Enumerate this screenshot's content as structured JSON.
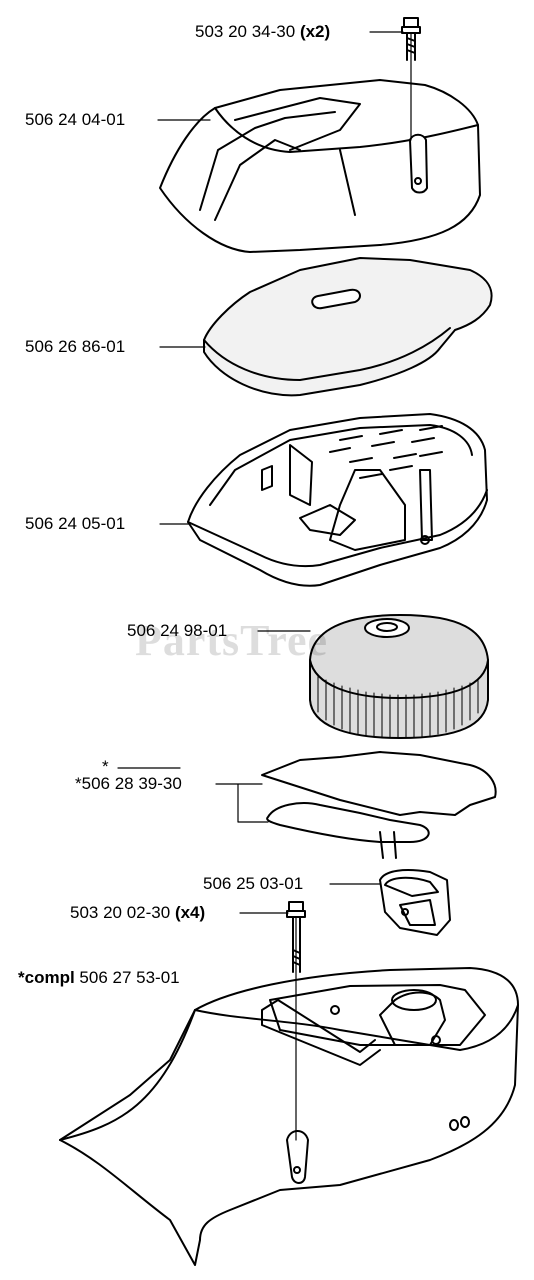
{
  "watermark": "PartsTree",
  "parts": [
    {
      "number": "503 20 34-30",
      "qty": "(x2)",
      "name": "bolt-top"
    },
    {
      "number": "506 24 04-01",
      "qty": "",
      "name": "air-filter-cover"
    },
    {
      "number": "506 26 86-01",
      "qty": "",
      "name": "foam-prefilter"
    },
    {
      "number": "506 24 05-01",
      "qty": "",
      "name": "filter-housing"
    },
    {
      "number": "506 24 98-01",
      "qty": "",
      "name": "air-filter-element"
    },
    {
      "number": "*506 28 39-30",
      "qty": "",
      "name": "gasket-set"
    },
    {
      "number": "506 25 03-01",
      "qty": "",
      "name": "rubber-boot"
    },
    {
      "number": "503 20 02-30",
      "qty": "(x4)",
      "name": "bolt-long"
    }
  ],
  "compl": {
    "prefix": "*compl",
    "number": "506 27 53-01"
  },
  "asterisk": "*"
}
